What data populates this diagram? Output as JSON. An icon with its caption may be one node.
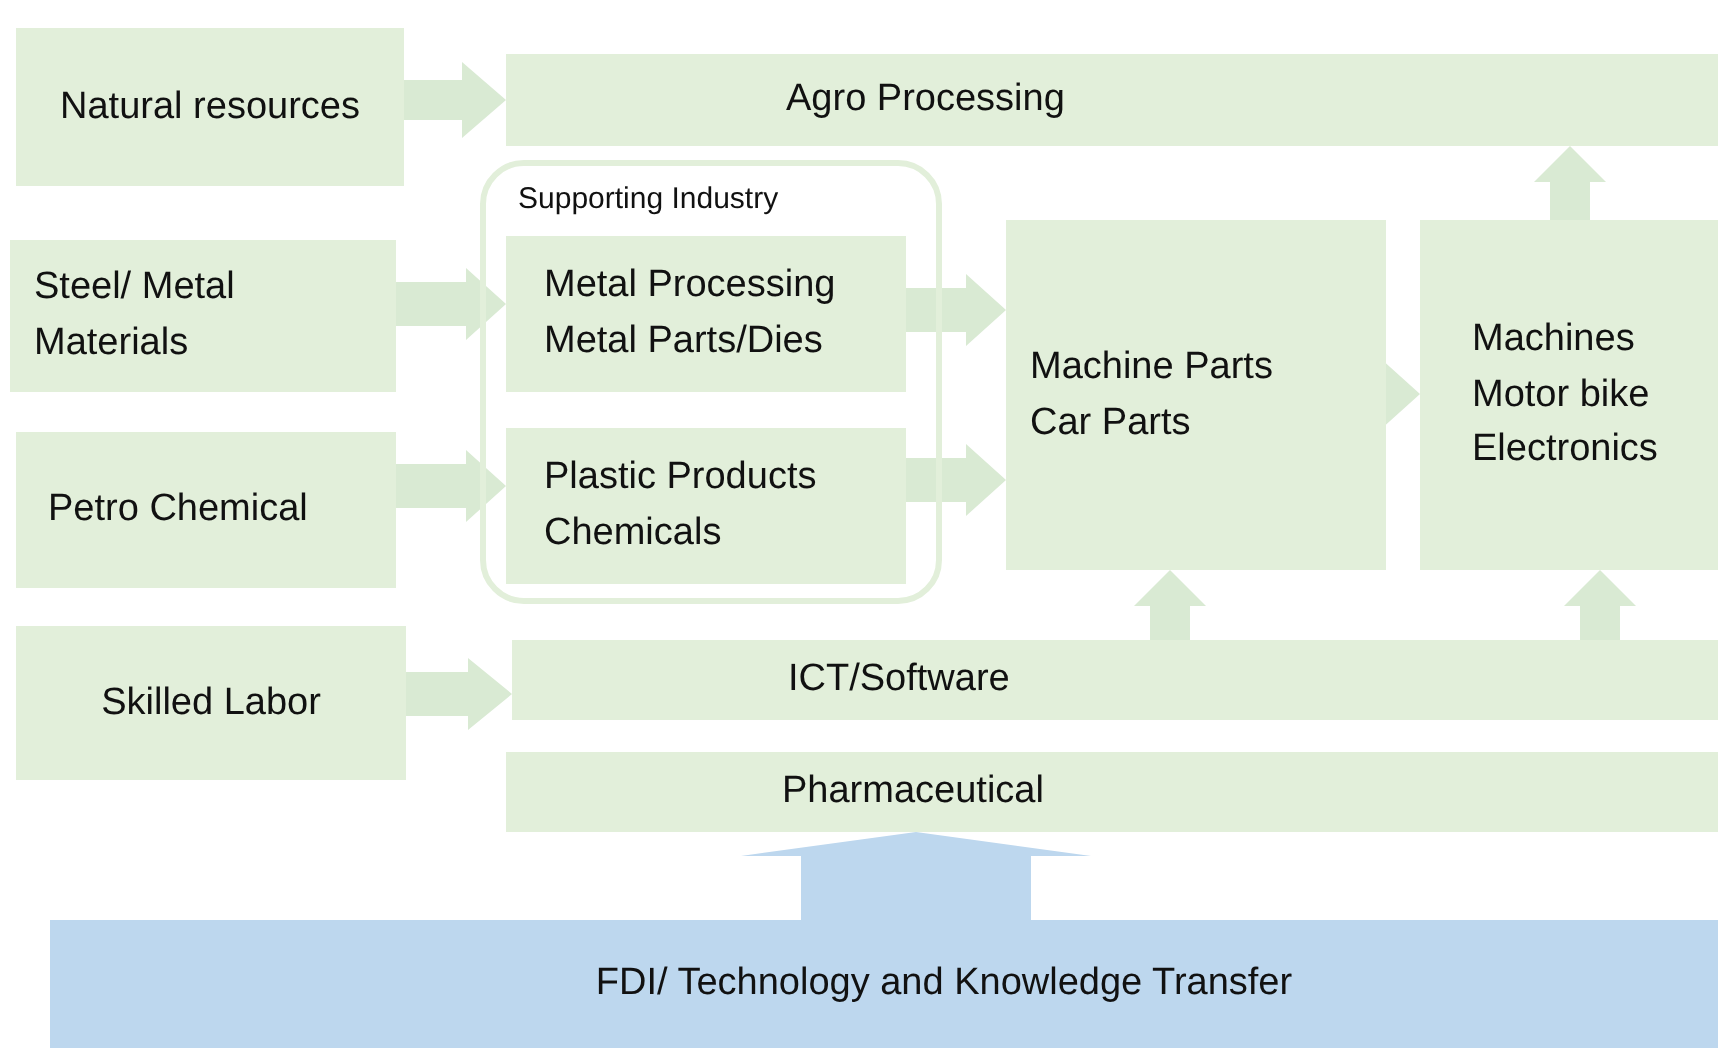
{
  "diagram": {
    "nodes": [
      {
        "text": [
          "Natural resources"
        ]
      },
      {
        "text": [
          "Agro Processing"
        ]
      },
      {
        "text": [
          "Supporting Industry"
        ]
      },
      {
        "text": [
          "Steel/ Metal Materials"
        ]
      },
      {
        "text": [
          "Metal Processing Metal Parts/Dies"
        ],
        "in": 2
      },
      {
        "text": [
          "Petro Chemical"
        ]
      },
      {
        "text": [
          "Plastic Products Chemicals"
        ],
        "in": 2
      },
      {
        "text": [
          "Machine Parts Car Parts"
        ]
      },
      {
        "text": [
          "Machines Motor bike Electronics"
        ]
      },
      {
        "text": [
          "Skilled Labor"
        ]
      },
      {
        "text": [
          "ICT/Software"
        ]
      },
      {
        "text": [
          "Pharmaceutical"
        ]
      },
      {
        "text": [
          "FDI/ Technology and Knowledge Transfer"
        ]
      }
    ],
    "edges": [
      {
        "from": 0,
        "to": 1,
        "arrow": "to"
      },
      {
        "from": 3,
        "to": 4,
        "arrow": "to"
      },
      {
        "from": 5,
        "to": 6,
        "arrow": "to"
      },
      {
        "from": 4,
        "to": 7,
        "arrow": "to"
      },
      {
        "from": 6,
        "to": 7,
        "arrow": "to"
      },
      {
        "from": 7,
        "to": 8,
        "arrow": "to"
      },
      {
        "from": 8,
        "to": 1,
        "arrow": "to"
      },
      {
        "from": 9,
        "to": 10,
        "arrow": "to"
      },
      {
        "from": 10,
        "to": 7,
        "arrow": "to"
      },
      {
        "from": 10,
        "to": 8,
        "arrow": "to"
      },
      {
        "from": 12,
        "to": 11,
        "arrow": "to",
        "color": "#bdd7ee"
      }
    ]
  }
}
